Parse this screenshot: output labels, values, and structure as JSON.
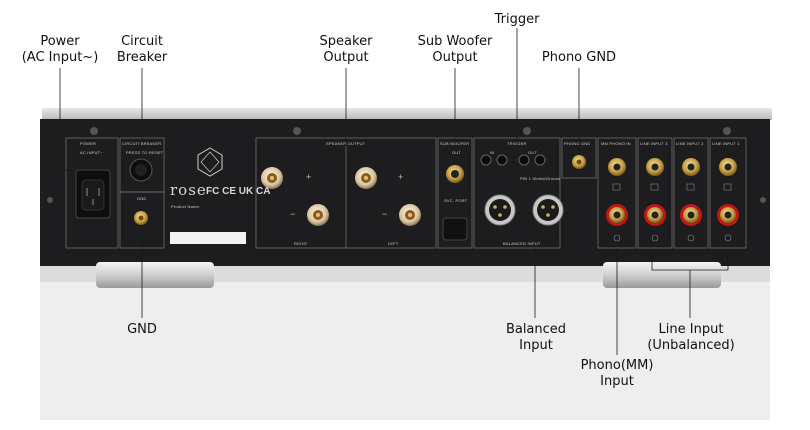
{
  "callouts": {
    "power": "Power\n(AC Input~)",
    "breaker": "Circuit\nBreaker",
    "speaker": "Speaker\nOutput",
    "sub": "Sub Woofer\nOutput",
    "trigger": "Trigger",
    "phono_gnd": "Phono GND",
    "gnd": "GND",
    "balanced": "Balanced\nInput",
    "line": "Line Input\n(Unbalanced)",
    "phono": "Phono(MM)\nInput"
  },
  "panel": {
    "power": "POWER",
    "ac_input": "AC INPUT~",
    "circuit_breaker": "CIRCUIT BREAKER",
    "press_reset": "PRESS TO RESET",
    "gnd": "GND",
    "speaker_output": "SPEAKER OUTPUT",
    "right": "RIGHT",
    "left": "LEFT",
    "sub_woofer": "SUB WOOFER",
    "out": "OUT",
    "svc_port": "SVC. PORT",
    "trigger": "TRIGGER",
    "in": "IN",
    "phono_gnd": "PHONO GND",
    "mm_phono_in": "MM PHONO IN",
    "line_input_3": "LINE INPUT 3",
    "line_input_2": "LINE INPUT 2",
    "line_input_1": "LINE INPUT 1",
    "balanced_input": "BALANCED INPUT",
    "xlr_pin": "PIN 1 Shield/Ground",
    "brand": "rose",
    "certs": "FC CE UK CA",
    "product_info": "Product Name:"
  }
}
